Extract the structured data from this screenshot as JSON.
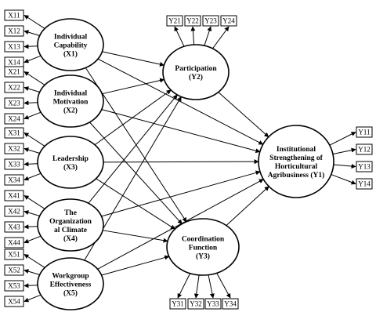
{
  "diagram": {
    "exogenous": [
      {
        "id": "X1",
        "label_lines": [
          "Individual",
          "Capability",
          "(X1)"
        ],
        "indicators": [
          "X11",
          "X12",
          "X13",
          "X14"
        ]
      },
      {
        "id": "X2",
        "label_lines": [
          "Individual",
          "Motivation",
          "(X2)"
        ],
        "indicators": [
          "X21",
          "X22",
          "X23",
          "X24"
        ]
      },
      {
        "id": "X3",
        "label_lines": [
          "Leadership",
          "(X3)"
        ],
        "indicators": [
          "X31",
          "X32",
          "X33",
          "X34"
        ]
      },
      {
        "id": "X4",
        "label_lines": [
          "The",
          "Organization",
          "al Climate",
          "(X4)"
        ],
        "indicators": [
          "X41",
          "X42",
          "X43",
          "X44"
        ]
      },
      {
        "id": "X5",
        "label_lines": [
          "Workgroup",
          "Effectiveness",
          "(X5)"
        ],
        "indicators": [
          "X51",
          "X52",
          "X53",
          "X54"
        ]
      }
    ],
    "mediators": [
      {
        "id": "Y2",
        "label_lines": [
          "Participation",
          "(Y2)"
        ],
        "indicators": [
          "Y21",
          "Y22",
          "Y23",
          "Y24"
        ]
      },
      {
        "id": "Y3",
        "label_lines": [
          "Coordination",
          "Function",
          "(Y3)"
        ],
        "indicators": [
          "Y31",
          "Y32",
          "Y33",
          "Y34"
        ]
      }
    ],
    "outcome": {
      "id": "Y1",
      "label_lines": [
        "Institutional",
        "Strengthening of",
        "Horticultural",
        "Agribusiness (Y1)"
      ],
      "indicators": [
        "Y11",
        "Y12",
        "Y13",
        "Y14"
      ]
    },
    "paths": [
      [
        "X1",
        "Y2"
      ],
      [
        "X1",
        "Y3"
      ],
      [
        "X1",
        "Y1"
      ],
      [
        "X2",
        "Y2"
      ],
      [
        "X2",
        "Y3"
      ],
      [
        "X2",
        "Y1"
      ],
      [
        "X3",
        "Y2"
      ],
      [
        "X3",
        "Y3"
      ],
      [
        "X3",
        "Y1"
      ],
      [
        "X4",
        "Y2"
      ],
      [
        "X4",
        "Y3"
      ],
      [
        "X4",
        "Y1"
      ],
      [
        "X5",
        "Y2"
      ],
      [
        "X5",
        "Y3"
      ],
      [
        "X5",
        "Y1"
      ],
      [
        "Y2",
        "Y1"
      ],
      [
        "Y3",
        "Y1"
      ]
    ]
  }
}
